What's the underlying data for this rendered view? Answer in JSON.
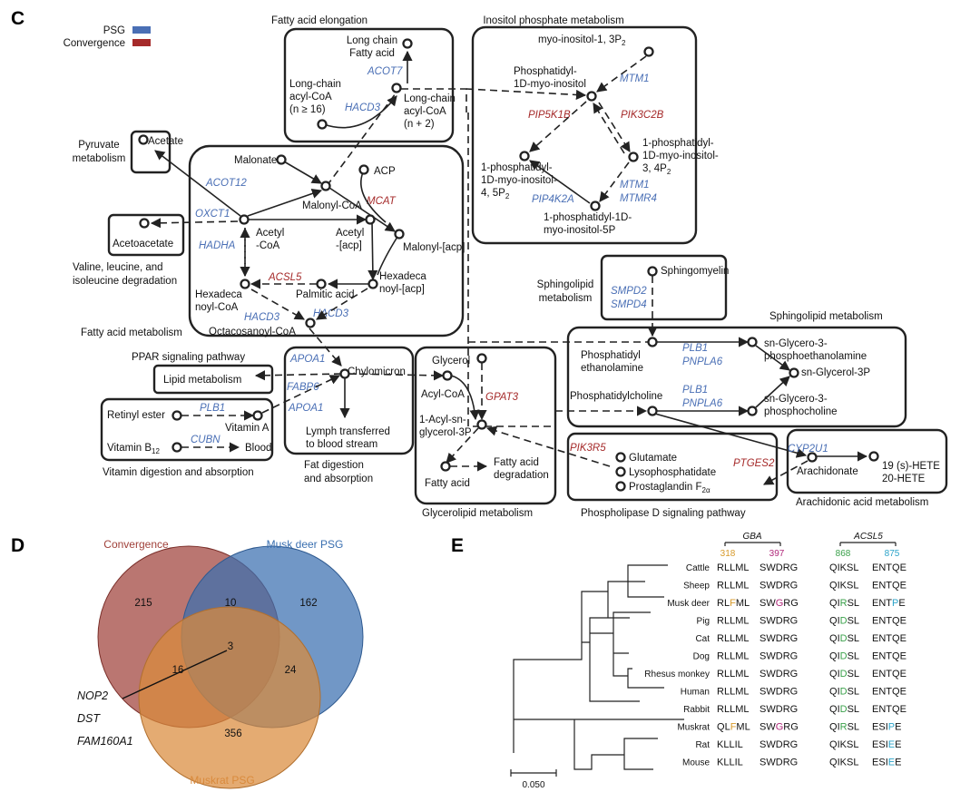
{
  "panels": {
    "c": "C",
    "d": "D",
    "e": "E"
  },
  "legend": {
    "psg": "PSG",
    "convergence": "Convergence",
    "psg_color": "#4a6fb5",
    "convergence_color": "#a52a2a"
  },
  "pathways": {
    "fatty_acid_elongation": "Fatty acid elongation",
    "inositol": "Inositol phosphate metabolism",
    "pyruvate": "Pyruvate metabolism",
    "valine": "Valine, leucine, and isoleucine degradation",
    "fatty_acid_metabolism": "Fatty acid metabolism",
    "sphingolipid_left": "Sphingolipid metabolism",
    "sphingolipid_right": "Sphingolipid metabolism",
    "ppar": "PPAR signaling pathway",
    "vitamin": "Vitamin digestion and absorption",
    "fat_digestion": "Fat digestion and absorption",
    "glycerolipid": "Glycerolipid metabolism",
    "phospholipase": "Phospholipase D signaling pathway",
    "arachidonic": "Arachidonic acid metabolism"
  },
  "metabolites": {
    "long_chain_fatty_acid": "Long chain Fatty acid",
    "long_chain_acyl_coa_16": "Long-chain acyl-CoA (n ≥ 16)",
    "long_chain_acyl_coa_2": "Long-chain acyl-CoA (n + 2)",
    "myo_inositol": "myo-inositol-1, 3P2",
    "phosphatidyl_myo_inositol": "Phosphatidyl-1D-myo-inositol",
    "pi_4_5p2": "1-phosphatidyl-1D-myo-inositol-4, 5P2",
    "pi_3_4p2": "1-phosphatidyl-1D-myo-inositol-3, 4P2",
    "pi_5p": "1-phosphatidyl-1D-myo-inositol-5P",
    "acetate": "Acetate",
    "acetoacetate": "Acetoacetate",
    "malonate": "Malonate",
    "acp": "ACP",
    "malonyl_coa": "Malonyl-CoA",
    "acetyl_coa": "Acetyl -CoA",
    "acetyl_acp": "Acetyl -[acp]",
    "malonyl_acp": "Malonyl-[acp]",
    "hexadecanoyl_acp": "Hexadeca noyl-[acp]",
    "palmitic_acid": "Palmitic acid",
    "hexadecanoyl_coa": "Hexadeca noyl-CoA",
    "octacosanoyl_coa": "Octacosanoyl-CoA",
    "sphingomyelin": "Sphingomyelin",
    "phosphatidyl_ethanolamine": "Phosphatidyl ethanolamine",
    "phosphatidylcholine": "Phosphatidylcholine",
    "sn_gpe": "sn-Glycero-3-phosphoethanolamine",
    "sn_g3p": "sn-Glycerol-3P",
    "sn_gpc": "sn-Glycero-3-phosphocholine",
    "lipid_metabolism": "Lipid metabolism",
    "chylomicron": "Chylomicron",
    "lymph": "Lymph transferred to blood stream",
    "retinyl_ester": "Retinyl ester",
    "vitamin_a": "Vitamin A",
    "vitamin_b12": "Vitamin B12",
    "blood": "Blood",
    "glycerol": "Glycerol",
    "acyl_coa": "Acyl-CoA",
    "acyl_sn_g3p": "1-Acyl-sn-glycerol-3P",
    "fatty_acid": "Fatty acid",
    "fatty_acid_degradation": "Fatty acid degradation",
    "glutamate": "Glutamate",
    "lysophosphatidate": "Lysophosphatidate",
    "prostaglandin": "Prostaglandin F2α",
    "arachidonate": "Arachidonate",
    "hete19": "19 (s)-HETE",
    "hete20": "20-HETE"
  },
  "genes": {
    "acot7": "ACOT7",
    "hacd3_elong": "HACD3",
    "mtm1_top": "MTM1",
    "pip5k1b": "PIP5K1B",
    "pik3c2b": "PIK3C2B",
    "pip4k2a": "PIP4K2A",
    "mtm1_bottom": "MTM1",
    "mtmr4": "MTMR4",
    "acot12": "ACOT12",
    "mcat": "MCAT",
    "oxct1": "OXCT1",
    "hadha": "HADHA",
    "acsl5": "ACSL5",
    "hacd3_a": "HACD3",
    "hacd3_b": "HACD3",
    "smpd2": "SMPD2",
    "smpd4": "SMPD4",
    "plb1_a": "PLB1",
    "pnpla6_a": "PNPLA6",
    "plb1_b": "PLB1",
    "pnpla6_b": "PNPLA6",
    "apoa1_a": "APOA1",
    "fabp6": "FABP6",
    "apoa1_b": "APOA1",
    "plb1_vit": "PLB1",
    "cubn": "CUBN",
    "gpat3": "GPAT3",
    "pik3r5": "PIK3R5",
    "ptges2": "PTGES2",
    "cyp2u1": "CYP2U1"
  },
  "venn": {
    "sets": [
      {
        "name": "Convergence",
        "color": "#a0413a"
      },
      {
        "name": "Musk deer PSG",
        "color": "#3a6fb0"
      },
      {
        "name": "Muskrat PSG",
        "color": "#d98a3c"
      }
    ],
    "counts": {
      "conv_only": "215",
      "conv_deer": "10",
      "deer_only": "162",
      "center": "3",
      "conv_rat": "16",
      "deer_rat": "24",
      "rat_only": "356"
    },
    "genes": [
      "NOP2",
      "DST",
      "FAM160A1"
    ]
  },
  "alignment": {
    "gene1": "GBA",
    "gene2": "ACSL5",
    "pos": {
      "p318": "318",
      "p397": "397",
      "p868": "868",
      "p875": "875"
    },
    "pos_colors": {
      "p318": "#d79a2b",
      "p397": "#b0287a",
      "p868": "#3aa04a",
      "p875": "#2ba3c9"
    },
    "rows": [
      {
        "species": "Cattle",
        "gba1": "RLLML",
        "gba2": "SWDRG",
        "acsl1": "QIKSL",
        "acsl2": "ENTQE"
      },
      {
        "species": "Sheep",
        "gba1": "RLLML",
        "gba2": "SWDRG",
        "acsl1": "QIKSL",
        "acsl2": "ENTQE"
      },
      {
        "species": "Musk deer",
        "gba1": "RLFML",
        "gba2": "SWGRG",
        "acsl1": "QIRSL",
        "acsl2": "ENTPE"
      },
      {
        "species": "Pig",
        "gba1": "RLLML",
        "gba2": "SWDRG",
        "acsl1": "QIDSL",
        "acsl2": "ENTQE"
      },
      {
        "species": "Cat",
        "gba1": "RLLML",
        "gba2": "SWDRG",
        "acsl1": "QIDSL",
        "acsl2": "ENTQE"
      },
      {
        "species": "Dog",
        "gba1": "RLLML",
        "gba2": "SWDRG",
        "acsl1": "QIDSL",
        "acsl2": "ENTQE"
      },
      {
        "species": "Rhesus monkey",
        "gba1": "RLLML",
        "gba2": "SWDRG",
        "acsl1": "QIDSL",
        "acsl2": "ENTQE"
      },
      {
        "species": "Human",
        "gba1": "RLLML",
        "gba2": "SWDRG",
        "acsl1": "QIDSL",
        "acsl2": "ENTQE"
      },
      {
        "species": "Rabbit",
        "gba1": "RLLML",
        "gba2": "SWDRG",
        "acsl1": "QIDSL",
        "acsl2": "ENTQE"
      },
      {
        "species": "Muskrat",
        "gba1": "QLFML",
        "gba2": "SWGRG",
        "acsl1": "QIRSL",
        "acsl2": "ESIPE"
      },
      {
        "species": "Rat",
        "gba1": "KLLIL",
        "gba2": "SWDRG",
        "acsl1": "QIKSL",
        "acsl2": "ESIEE"
      },
      {
        "species": "Mouse",
        "gba1": "KLLIL",
        "gba2": "SWDRG",
        "acsl1": "QIKSL",
        "acsl2": "ESIEE"
      }
    ],
    "scale": "0.050"
  }
}
